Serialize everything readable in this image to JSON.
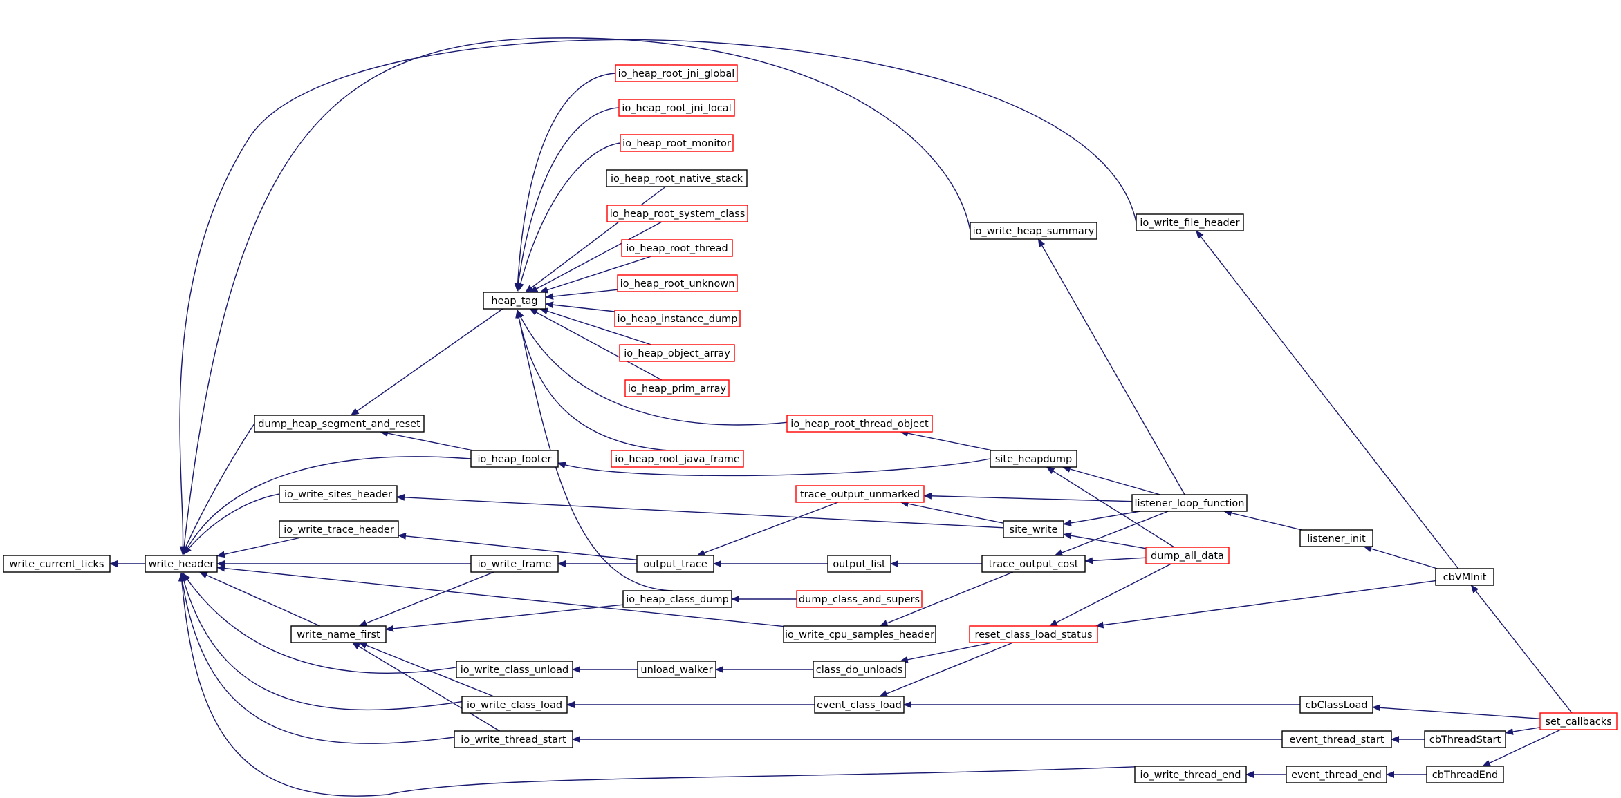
{
  "colors": {
    "edge": "#191970",
    "border_normal": "#000000",
    "border_truncated": "#ff0000",
    "focus_fill": "#bfbfbf",
    "background": "#ffffff"
  },
  "nodes": [
    {
      "id": "write_current_ticks",
      "label": "write_current_ticks",
      "style": "focus"
    },
    {
      "id": "write_header",
      "label": "write_header",
      "style": "normal"
    },
    {
      "id": "dump_heap_segment_and_reset",
      "label": "dump_heap_segment_and_reset",
      "style": "normal"
    },
    {
      "id": "io_write_sites_header",
      "label": "io_write_sites_header",
      "style": "normal"
    },
    {
      "id": "io_write_trace_header",
      "label": "io_write_trace_header",
      "style": "normal"
    },
    {
      "id": "write_name_first",
      "label": "write_name_first",
      "style": "normal"
    },
    {
      "id": "heap_tag",
      "label": "heap_tag",
      "style": "normal"
    },
    {
      "id": "io_heap_footer",
      "label": "io_heap_footer",
      "style": "normal"
    },
    {
      "id": "io_write_frame",
      "label": "io_write_frame",
      "style": "normal"
    },
    {
      "id": "io_write_class_unload",
      "label": "io_write_class_unload",
      "style": "normal"
    },
    {
      "id": "io_write_class_load",
      "label": "io_write_class_load",
      "style": "normal"
    },
    {
      "id": "io_write_thread_start",
      "label": "io_write_thread_start",
      "style": "normal"
    },
    {
      "id": "io_heap_root_jni_global",
      "label": "io_heap_root_jni_global",
      "style": "truncated"
    },
    {
      "id": "io_heap_root_jni_local",
      "label": "io_heap_root_jni_local",
      "style": "truncated"
    },
    {
      "id": "io_heap_root_monitor",
      "label": "io_heap_root_monitor",
      "style": "truncated"
    },
    {
      "id": "io_heap_root_native_stack",
      "label": "io_heap_root_native_stack",
      "style": "normal"
    },
    {
      "id": "io_heap_root_system_class",
      "label": "io_heap_root_system_class",
      "style": "truncated"
    },
    {
      "id": "io_heap_root_thread",
      "label": "io_heap_root_thread",
      "style": "truncated"
    },
    {
      "id": "io_heap_root_unknown",
      "label": "io_heap_root_unknown",
      "style": "truncated"
    },
    {
      "id": "io_heap_instance_dump",
      "label": "io_heap_instance_dump",
      "style": "truncated"
    },
    {
      "id": "io_heap_object_array",
      "label": "io_heap_object_array",
      "style": "truncated"
    },
    {
      "id": "io_heap_prim_array",
      "label": "io_heap_prim_array",
      "style": "truncated"
    },
    {
      "id": "io_heap_root_java_frame",
      "label": "io_heap_root_java_frame",
      "style": "truncated"
    },
    {
      "id": "output_trace",
      "label": "output_trace",
      "style": "normal"
    },
    {
      "id": "io_heap_class_dump",
      "label": "io_heap_class_dump",
      "style": "normal"
    },
    {
      "id": "unload_walker",
      "label": "unload_walker",
      "style": "normal"
    },
    {
      "id": "io_heap_root_thread_object",
      "label": "io_heap_root_thread_object",
      "style": "truncated"
    },
    {
      "id": "trace_output_unmarked",
      "label": "trace_output_unmarked",
      "style": "truncated"
    },
    {
      "id": "output_list",
      "label": "output_list",
      "style": "normal"
    },
    {
      "id": "dump_class_and_supers",
      "label": "dump_class_and_supers",
      "style": "truncated"
    },
    {
      "id": "io_write_cpu_samples_header",
      "label": "io_write_cpu_samples_header",
      "style": "normal"
    },
    {
      "id": "class_do_unloads",
      "label": "class_do_unloads",
      "style": "normal"
    },
    {
      "id": "event_class_load",
      "label": "event_class_load",
      "style": "normal"
    },
    {
      "id": "io_write_heap_summary",
      "label": "io_write_heap_summary",
      "style": "normal"
    },
    {
      "id": "site_heapdump",
      "label": "site_heapdump",
      "style": "normal"
    },
    {
      "id": "site_write",
      "label": "site_write",
      "style": "normal"
    },
    {
      "id": "trace_output_cost",
      "label": "trace_output_cost",
      "style": "normal"
    },
    {
      "id": "reset_class_load_status",
      "label": "reset_class_load_status",
      "style": "truncated"
    },
    {
      "id": "io_write_thread_end",
      "label": "io_write_thread_end",
      "style": "normal"
    },
    {
      "id": "io_write_file_header",
      "label": "io_write_file_header",
      "style": "normal"
    },
    {
      "id": "listener_loop_function",
      "label": "listener_loop_function",
      "style": "normal"
    },
    {
      "id": "dump_all_data",
      "label": "dump_all_data",
      "style": "truncated"
    },
    {
      "id": "event_thread_start",
      "label": "event_thread_start",
      "style": "normal"
    },
    {
      "id": "event_thread_end",
      "label": "event_thread_end",
      "style": "normal"
    },
    {
      "id": "listener_init",
      "label": "listener_init",
      "style": "normal"
    },
    {
      "id": "cbClassLoad",
      "label": "cbClassLoad",
      "style": "normal"
    },
    {
      "id": "cbThreadStart",
      "label": "cbThreadStart",
      "style": "normal"
    },
    {
      "id": "cbThreadEnd",
      "label": "cbThreadEnd",
      "style": "normal"
    },
    {
      "id": "cbVMInit",
      "label": "cbVMInit",
      "style": "normal"
    },
    {
      "id": "set_callbacks",
      "label": "set_callbacks",
      "style": "truncated"
    }
  ],
  "edges": [
    [
      "write_header",
      "write_current_ticks"
    ],
    [
      "dump_heap_segment_and_reset",
      "write_header"
    ],
    [
      "io_write_sites_header",
      "write_header"
    ],
    [
      "io_write_trace_header",
      "write_header"
    ],
    [
      "io_write_frame",
      "write_header"
    ],
    [
      "write_name_first",
      "write_header"
    ],
    [
      "io_heap_footer",
      "write_header"
    ],
    [
      "io_write_class_unload",
      "write_header"
    ],
    [
      "io_write_class_load",
      "write_header"
    ],
    [
      "io_write_thread_start",
      "write_header"
    ],
    [
      "io_write_thread_end",
      "write_header"
    ],
    [
      "io_write_cpu_samples_header",
      "write_header"
    ],
    [
      "io_write_heap_summary",
      "write_header"
    ],
    [
      "io_write_file_header",
      "write_header"
    ],
    [
      "heap_tag",
      "dump_heap_segment_and_reset"
    ],
    [
      "io_heap_footer",
      "dump_heap_segment_and_reset"
    ],
    [
      "io_heap_root_jni_global",
      "heap_tag"
    ],
    [
      "io_heap_root_jni_local",
      "heap_tag"
    ],
    [
      "io_heap_root_monitor",
      "heap_tag"
    ],
    [
      "io_heap_root_native_stack",
      "heap_tag"
    ],
    [
      "io_heap_root_system_class",
      "heap_tag"
    ],
    [
      "io_heap_root_thread",
      "heap_tag"
    ],
    [
      "io_heap_root_unknown",
      "heap_tag"
    ],
    [
      "io_heap_instance_dump",
      "heap_tag"
    ],
    [
      "io_heap_object_array",
      "heap_tag"
    ],
    [
      "io_heap_prim_array",
      "heap_tag"
    ],
    [
      "io_heap_root_thread_object",
      "heap_tag"
    ],
    [
      "io_heap_root_java_frame",
      "heap_tag"
    ],
    [
      "io_heap_class_dump",
      "heap_tag"
    ],
    [
      "io_write_frame",
      "write_name_first"
    ],
    [
      "io_heap_class_dump",
      "write_name_first"
    ],
    [
      "io_write_class_load",
      "write_name_first"
    ],
    [
      "io_write_thread_start",
      "write_name_first"
    ],
    [
      "site_heapdump",
      "io_heap_footer"
    ],
    [
      "site_write",
      "io_write_sites_header"
    ],
    [
      "output_trace",
      "io_write_trace_header"
    ],
    [
      "output_trace",
      "io_write_frame"
    ],
    [
      "unload_walker",
      "io_write_class_unload"
    ],
    [
      "event_class_load",
      "io_write_class_load"
    ],
    [
      "event_thread_start",
      "io_write_thread_start"
    ],
    [
      "trace_output_unmarked",
      "output_trace"
    ],
    [
      "output_list",
      "output_trace"
    ],
    [
      "dump_class_and_supers",
      "io_heap_class_dump"
    ],
    [
      "class_do_unloads",
      "unload_walker"
    ],
    [
      "site_heapdump",
      "io_heap_root_thread_object"
    ],
    [
      "site_write",
      "trace_output_unmarked"
    ],
    [
      "listener_loop_function",
      "trace_output_unmarked"
    ],
    [
      "trace_output_cost",
      "output_list"
    ],
    [
      "trace_output_cost",
      "io_write_cpu_samples_header"
    ],
    [
      "reset_class_load_status",
      "class_do_unloads"
    ],
    [
      "reset_class_load_status",
      "event_class_load"
    ],
    [
      "cbClassLoad",
      "event_class_load"
    ],
    [
      "listener_loop_function",
      "io_write_heap_summary"
    ],
    [
      "listener_loop_function",
      "site_heapdump"
    ],
    [
      "dump_all_data",
      "site_heapdump"
    ],
    [
      "listener_loop_function",
      "site_write"
    ],
    [
      "dump_all_data",
      "site_write"
    ],
    [
      "listener_loop_function",
      "trace_output_cost"
    ],
    [
      "dump_all_data",
      "trace_output_cost"
    ],
    [
      "dump_all_data",
      "reset_class_load_status"
    ],
    [
      "cbVMInit",
      "reset_class_load_status"
    ],
    [
      "event_thread_end",
      "io_write_thread_end"
    ],
    [
      "cbVMInit",
      "io_write_file_header"
    ],
    [
      "listener_init",
      "listener_loop_function"
    ],
    [
      "cbThreadStart",
      "event_thread_start"
    ],
    [
      "cbThreadEnd",
      "event_thread_end"
    ],
    [
      "cbVMInit",
      "listener_init"
    ],
    [
      "set_callbacks",
      "cbClassLoad"
    ],
    [
      "set_callbacks",
      "cbThreadStart"
    ],
    [
      "set_callbacks",
      "cbThreadEnd"
    ],
    [
      "set_callbacks",
      "cbVMInit"
    ]
  ]
}
